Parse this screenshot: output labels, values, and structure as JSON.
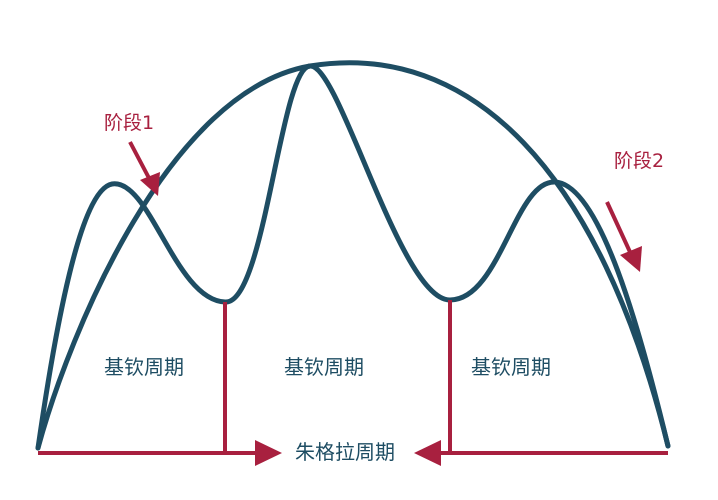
{
  "labels": {
    "stage1": "阶段1",
    "stage2": "阶段2",
    "juglar_left": "基钦周期",
    "juglar_mid": "基钦周期",
    "juglar_right": "基钦周期",
    "kitchin": "朱格拉周期"
  },
  "colors": {
    "curve": "#1e4d63",
    "accent": "#a8203f",
    "background": "#ffffff"
  }
}
